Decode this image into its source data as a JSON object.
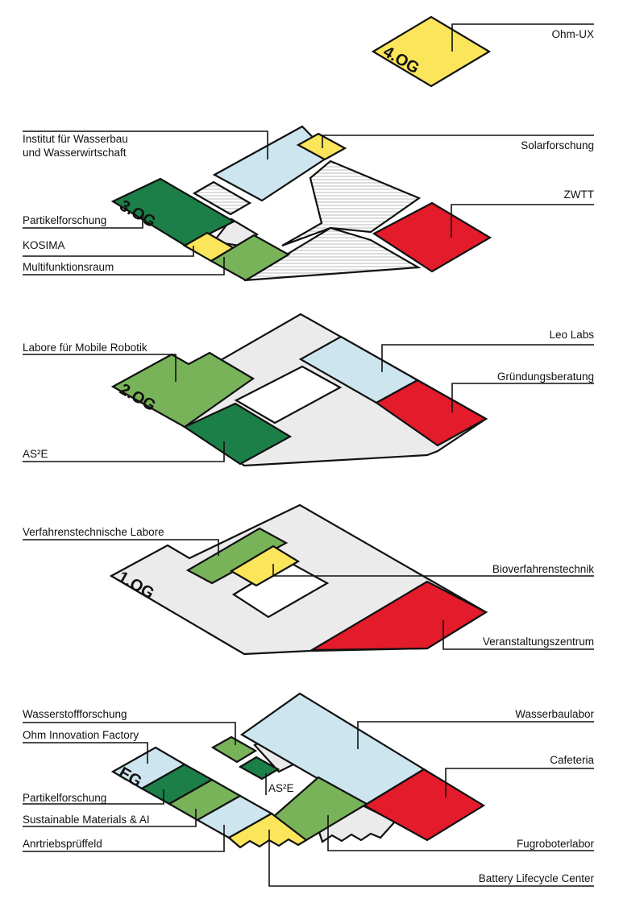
{
  "colors": {
    "blue": "#cde5ef",
    "yellow": "#fbe55a",
    "red": "#e31b2a",
    "dark_green": "#1d7f48",
    "light_green": "#78b35a",
    "gray": "#ebebeb",
    "white": "#ffffff"
  },
  "levels": {
    "og4": {
      "tag": "4.OG",
      "labels": {
        "ohm_ux": "Ohm-UX"
      }
    },
    "og3": {
      "tag": "3.OG",
      "labels": {
        "institut_line1": "Institut für Wasserbau",
        "institut_line2": "und Wasserwirtschaft",
        "solarforschung": "Solarforschung",
        "zwtt": "ZWTT",
        "partikelforschung": "Partikelforschung",
        "kosima": "KOSIMA",
        "multifunktionsraum": "Multifunktionsraum"
      }
    },
    "og2": {
      "tag": "2.OG",
      "labels": {
        "labore_robotik": "Labore für Mobile Robotik",
        "leo_labs": "Leo Labs",
        "gruendungsberatung": "Gründungsberatung",
        "ase": "AS²E"
      }
    },
    "og1": {
      "tag": "1.OG",
      "labels": {
        "verfahrenstechnische": "Verfahrenstechnische Labore",
        "bioverfahrenstechnik": "Bioverfahrenstechnik",
        "veranstaltungszentrum": "Veranstaltungszentrum"
      }
    },
    "eg": {
      "tag": "EG",
      "labels": {
        "wasserstoff": "Wasserstoffforschung",
        "ohm_innovation": "Ohm Innovation Factory",
        "partikelforschung": "Partikelforschung",
        "sustainable": "Sustainable Materials & AI",
        "antrieb": "Anrtriebsprüffeld",
        "ase": "AS²E",
        "wasserbaulabor": "Wasserbaulabor",
        "cafeteria": "Cafeteria",
        "fugroboterlabor": "Fugroboterlabor",
        "battery": "Battery Lifecycle Center"
      }
    }
  }
}
